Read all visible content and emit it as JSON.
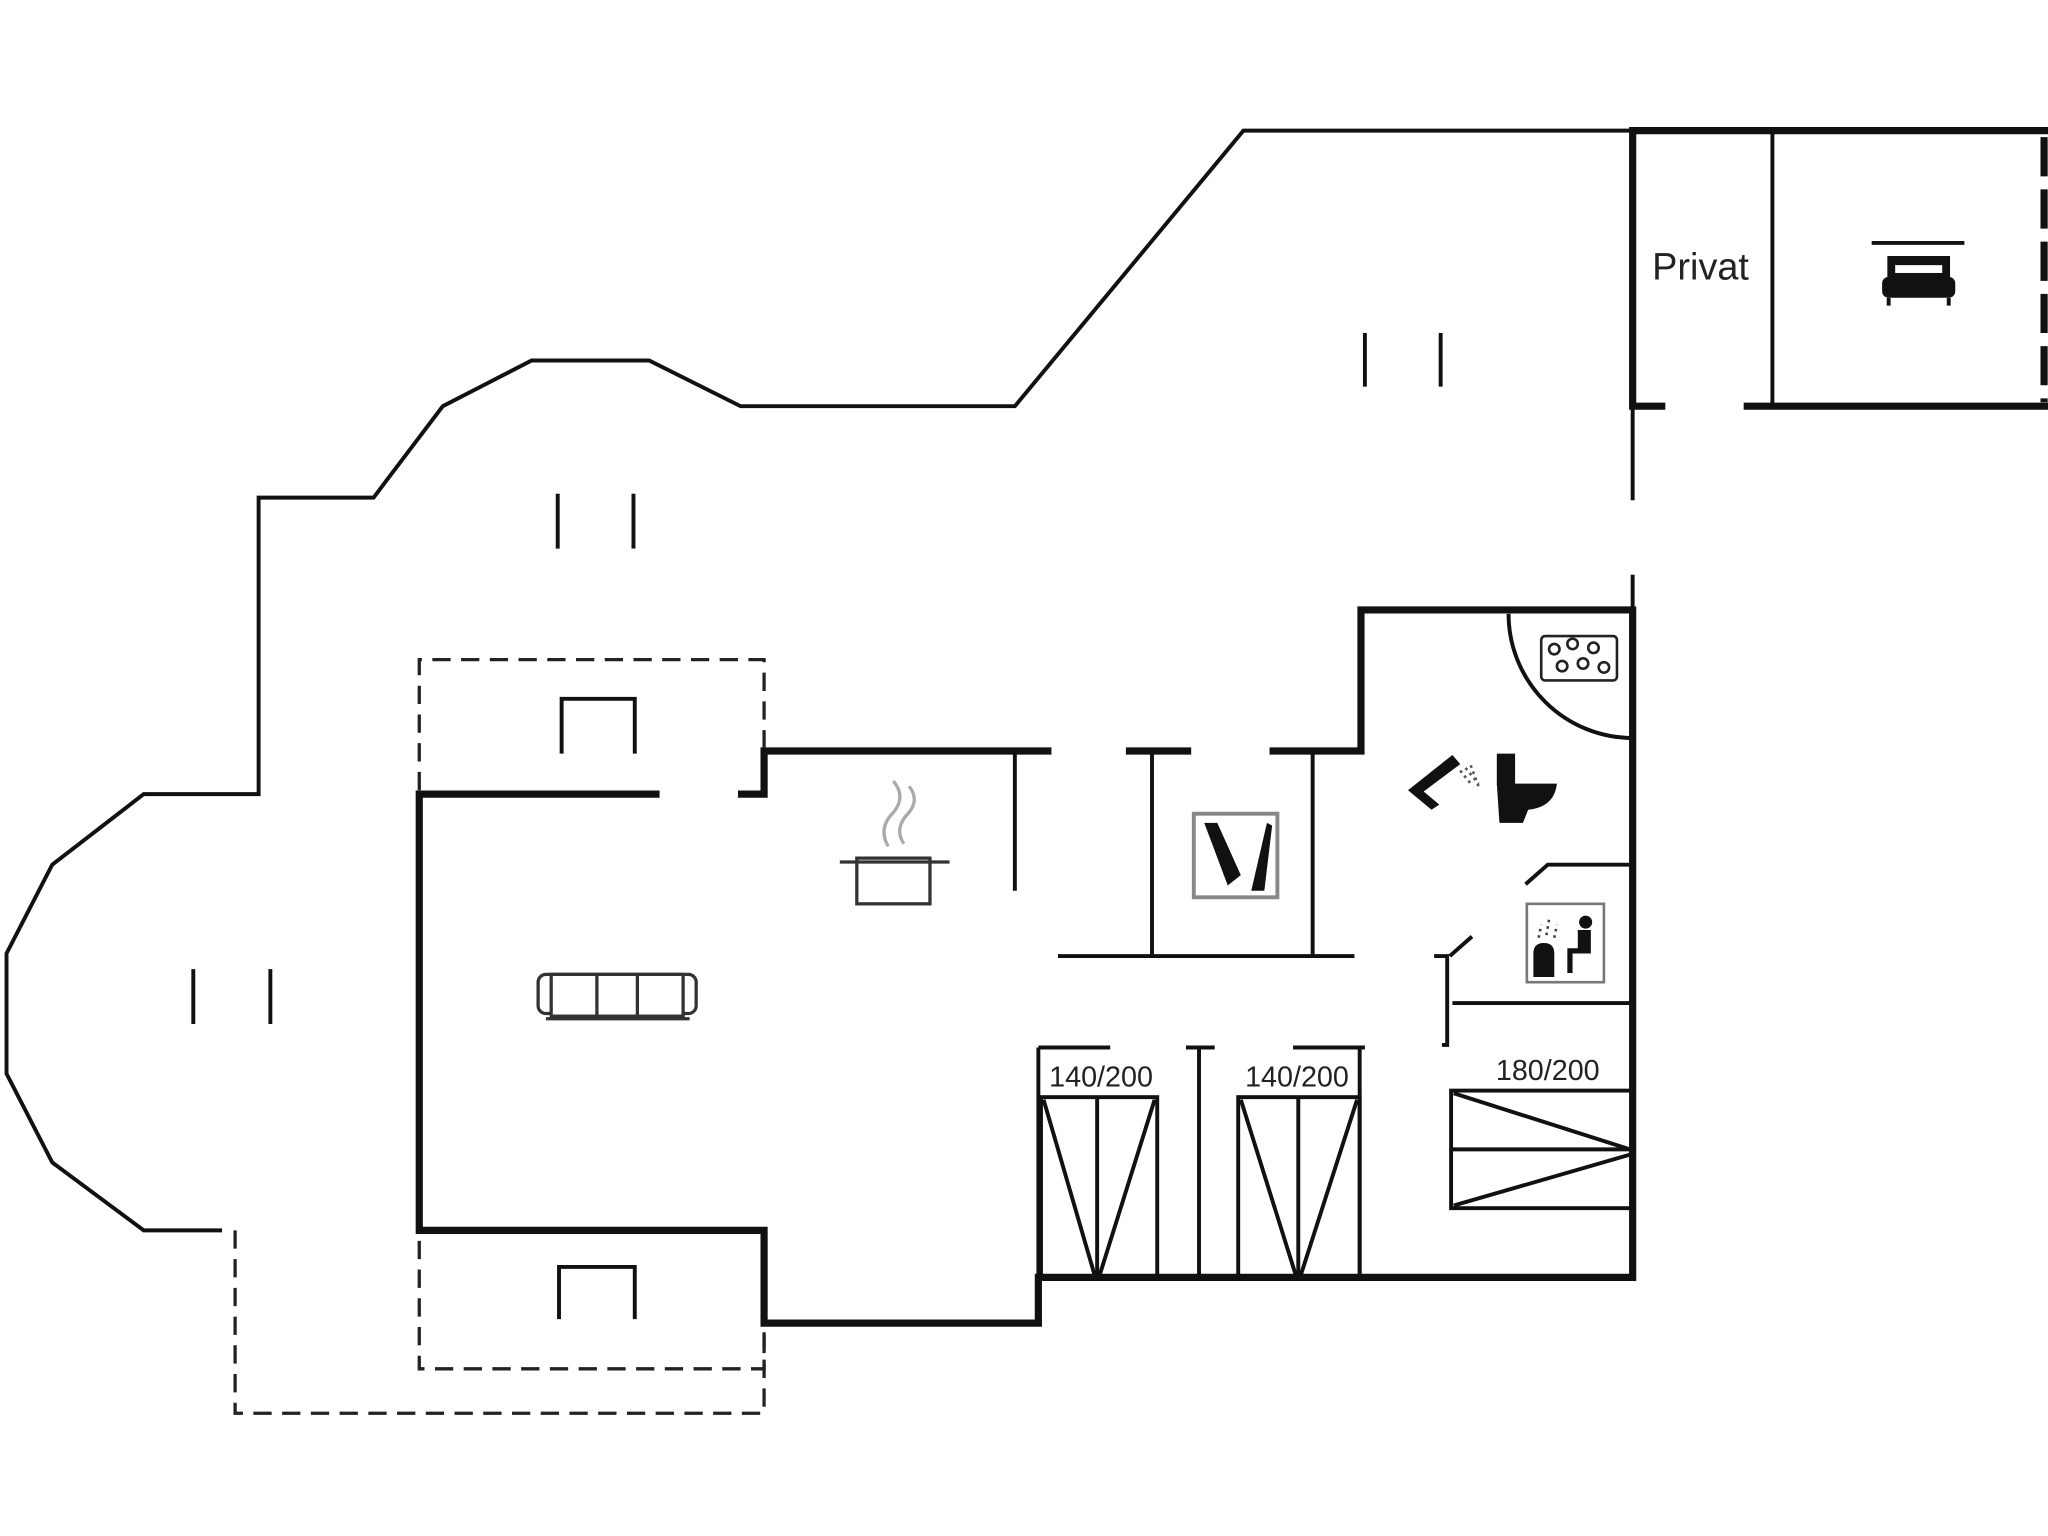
{
  "rooms": {
    "private_label": "Privat",
    "bed_sizes": [
      "140/200",
      "140/200",
      "180/200"
    ]
  },
  "icons": [
    "double-bed-icon",
    "cooking-pot-icon",
    "sofa-icon",
    "washing-machine-icon",
    "shower-icon",
    "toilet-icon",
    "sauna-icon",
    "whirlpool-icon"
  ],
  "colors": {
    "line": "#111111",
    "background": "#ffffff"
  }
}
